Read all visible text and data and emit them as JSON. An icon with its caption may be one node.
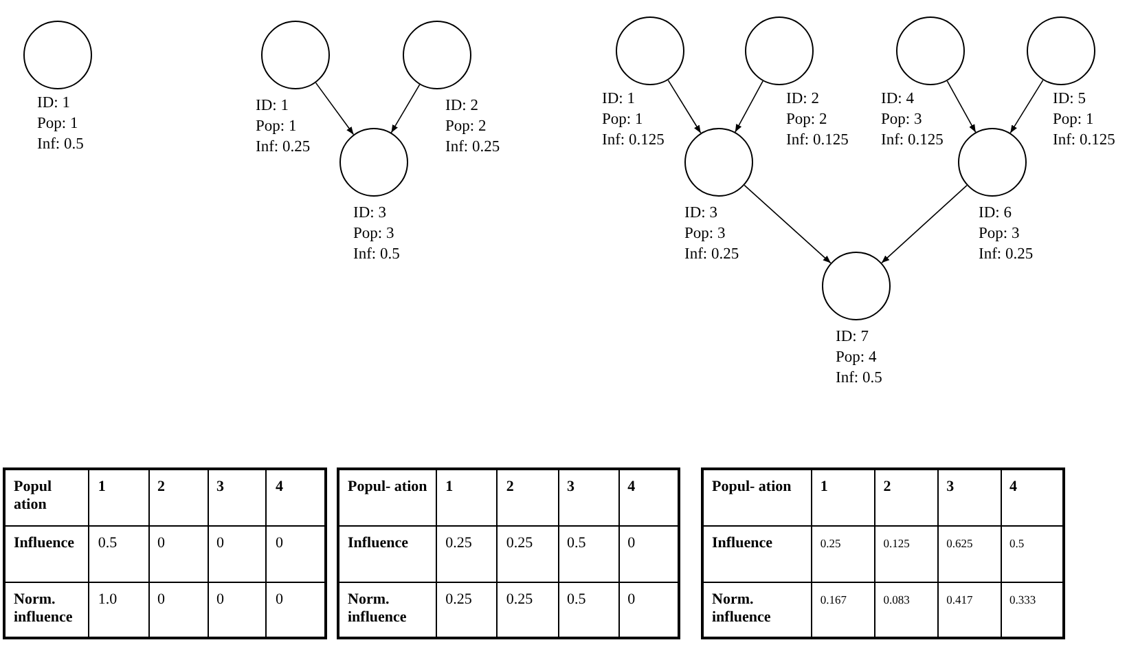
{
  "diagram": {
    "nodes": [
      {
        "text": [],
        "shape": "circle",
        "beside": [
          "ID: 1",
          "Pop: 1",
          "Inf: 0.5"
        ]
      },
      {
        "text": [],
        "shape": "circle",
        "beside": [
          "ID: 1",
          "Pop: 1",
          "Inf: 0.25"
        ]
      },
      {
        "text": [],
        "shape": "circle",
        "beside": [
          "ID: 2",
          "Pop: 2",
          "Inf: 0.25"
        ]
      },
      {
        "text": [],
        "shape": "circle",
        "beside": [
          "ID: 3",
          "Pop: 3",
          "Inf: 0.5"
        ]
      },
      {
        "text": [],
        "shape": "circle",
        "beside": [
          "ID: 1",
          "Pop: 1",
          "Inf: 0.125"
        ]
      },
      {
        "text": [],
        "shape": "circle",
        "beside": [
          "ID: 2",
          "Pop: 2",
          "Inf: 0.125"
        ]
      },
      {
        "text": [],
        "shape": "circle",
        "beside": [
          "ID: 3",
          "Pop: 3",
          "Inf: 0.25"
        ]
      },
      {
        "text": [],
        "shape": "circle",
        "beside": [
          "ID: 4",
          "Pop: 3",
          "Inf: 0.125"
        ]
      },
      {
        "text": [],
        "shape": "circle",
        "beside": [
          "ID: 5",
          "Pop: 1",
          "Inf: 0.125"
        ]
      },
      {
        "text": [],
        "shape": "circle",
        "beside": [
          "ID: 6",
          "Pop: 3",
          "Inf: 0.25"
        ]
      },
      {
        "text": [],
        "shape": "circle",
        "beside": [
          "ID: 7",
          "Pop: 4",
          "Inf: 0.5"
        ]
      }
    ],
    "edges": [
      {
        "from": 1,
        "to": 3,
        "arrow": "to"
      },
      {
        "from": 2,
        "to": 3,
        "arrow": "to"
      },
      {
        "from": 4,
        "to": 6,
        "arrow": "to"
      },
      {
        "from": 5,
        "to": 6,
        "arrow": "to"
      },
      {
        "from": 7,
        "to": 9,
        "arrow": "to"
      },
      {
        "from": 8,
        "to": 9,
        "arrow": "to"
      },
      {
        "from": 6,
        "to": 10,
        "arrow": "to"
      },
      {
        "from": 9,
        "to": 10,
        "arrow": "to"
      }
    ],
    "labels": [
      "Popul ation",
      "1",
      "2",
      "3",
      "4",
      "Influence",
      "0.5",
      "0",
      "0",
      "0",
      "Norm. influence",
      "1.0",
      "0",
      "0",
      "0",
      "Popul- ation",
      "1",
      "2",
      "3",
      "4",
      "Influence",
      "0.25",
      "0.25",
      "0.5",
      "0",
      "Norm. influence",
      "0.25",
      "0.25",
      "0.5",
      "0",
      "Popul- ation",
      "1",
      "2",
      "3",
      "4",
      "Influence",
      "0.25",
      "0.125",
      "0.625",
      "0.5",
      "Norm. influence",
      "0.167",
      "0.083",
      "0.417",
      "0.333"
    ]
  }
}
